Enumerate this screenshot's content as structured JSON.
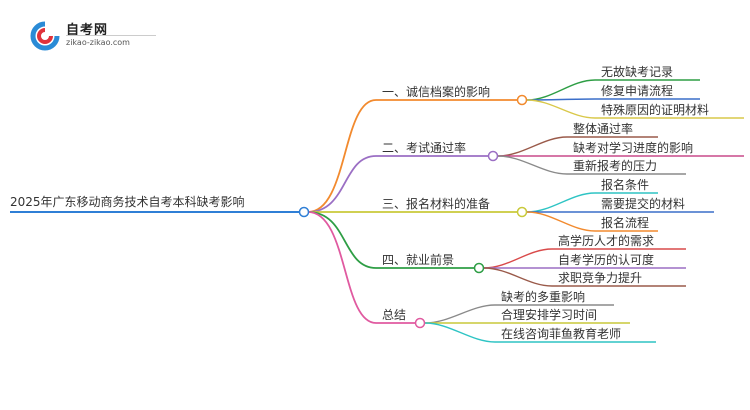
{
  "logo": {
    "name": "自考网",
    "domain": "zikao-zikao.com"
  },
  "mindmap": {
    "root": "2025年广东移动商务技术自考本科缺考影响",
    "branches": [
      {
        "label": "一、诚信档案的影响",
        "color": "#f28a2e",
        "children": [
          "无故缺考记录",
          "修复申请流程",
          "特殊原因的证明材料"
        ],
        "child_colors": [
          "#2e9e45",
          "#3a6ec9",
          "#d9c84a"
        ]
      },
      {
        "label": "二、考试通过率",
        "color": "#9b6fc4",
        "children": [
          "整体通过率",
          "缺考对学习进度的影响",
          "重新报考的压力"
        ],
        "child_colors": [
          "#9a5a4a",
          "#c94a8a",
          "#8a8a8a"
        ]
      },
      {
        "label": "三、报名材料的准备",
        "color": "#c9c93a",
        "children": [
          "报名条件",
          "需要提交的材料",
          "报名流程"
        ],
        "child_colors": [
          "#2ec4c4",
          "#3a6ec9",
          "#f28a2e"
        ]
      },
      {
        "label": "四、就业前景",
        "color": "#2e9e45",
        "children": [
          "高学历人才的需求",
          "自考学历的认可度",
          "求职竞争力提升"
        ],
        "child_colors": [
          "#d94a4a",
          "#9b6fc4",
          "#9a5a4a"
        ]
      },
      {
        "label": "总结",
        "color": "#e05aa0",
        "children": [
          "缺考的多重影响",
          "合理安排学习时间",
          "在线咨询菲鱼教育老师"
        ],
        "child_colors": [
          "#8a8a8a",
          "#c9c93a",
          "#2ec4c4"
        ]
      }
    ]
  }
}
